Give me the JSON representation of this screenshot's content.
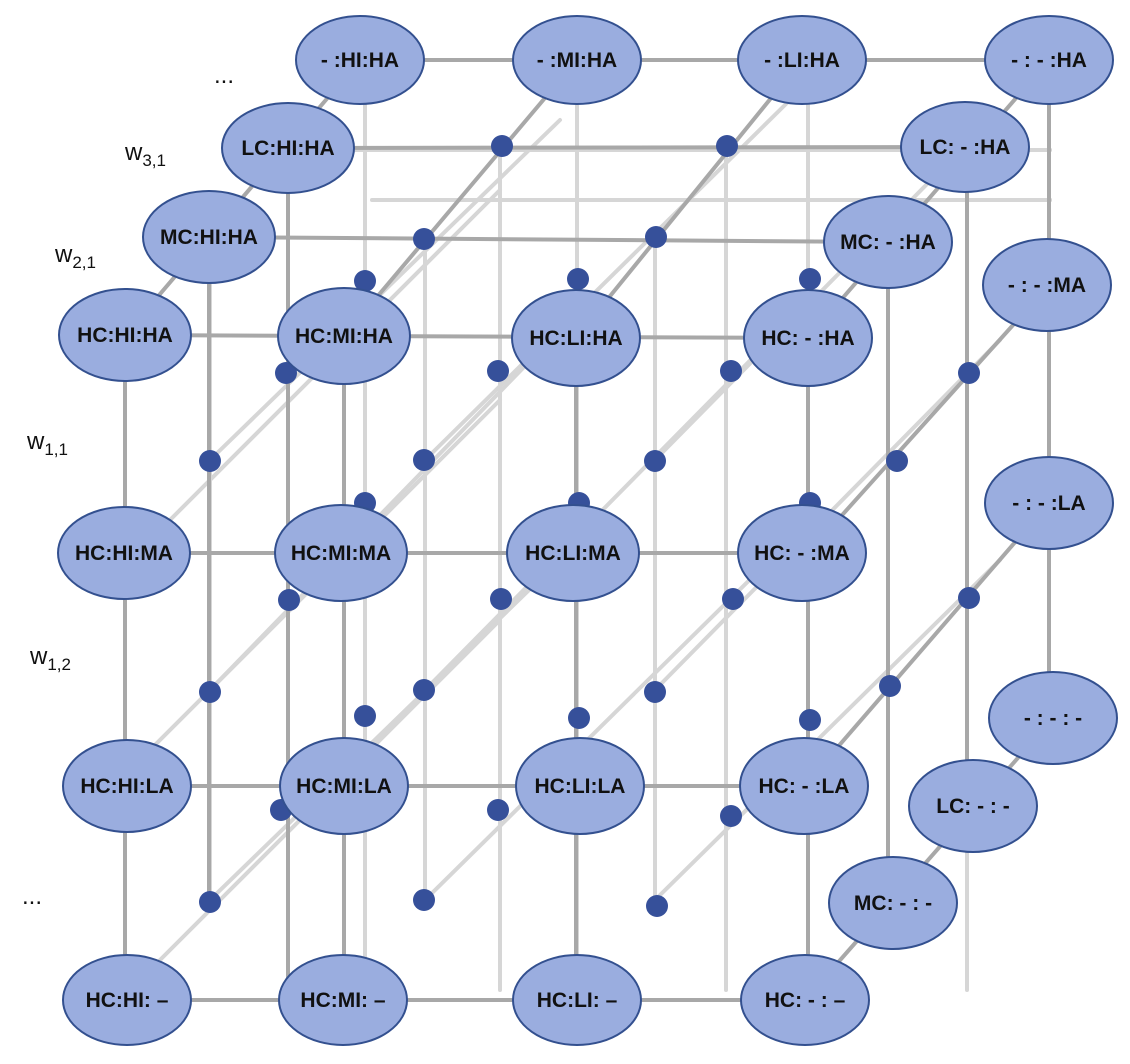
{
  "colors": {
    "node_fill": "#9aaddf",
    "node_stroke": "#33508f",
    "dot_fill": "#36509a",
    "line_dark": "#a8a8a8",
    "line_light": "#d6d6d6",
    "text": "#111111"
  },
  "side_labels": {
    "ellipsis_top": "...",
    "w31_base": "w",
    "w31_sub": "3,1",
    "w21_base": "w",
    "w21_sub": "2,1",
    "w11_base": "w",
    "w11_sub": "1,1",
    "w12_base": "w",
    "w12_sub": "1,2",
    "ellipsis_bottom": "..."
  },
  "nodes": {
    "hc_hi_ha": "HC:HI:HA",
    "hc_mi_ha": "HC:MI:HA",
    "hc_li_ha": "HC:LI:HA",
    "hc_x_ha": "HC: - :HA",
    "hc_hi_ma": "HC:HI:MA",
    "hc_mi_ma": "HC:MI:MA",
    "hc_li_ma": "HC:LI:MA",
    "hc_x_ma": "HC: - :MA",
    "hc_hi_la": "HC:HI:LA",
    "hc_mi_la": "HC:MI:LA",
    "hc_li_la": "HC:LI:LA",
    "hc_x_la": "HC: - :LA",
    "hc_hi_x": "HC:HI: –",
    "hc_mi_x": "HC:MI: –",
    "hc_li_x": "HC:LI: –",
    "hc_x_x": "HC: - : –",
    "mc_hi_ha": "MC:HI:HA",
    "lc_hi_ha": "LC:HI:HA",
    "x_hi_ha": "- :HI:HA",
    "x_mi_ha": "- :MI:HA",
    "x_li_ha": "- :LI:HA",
    "x_x_ha": "-  : - :HA",
    "lc_x_ha": "LC: - :HA",
    "mc_x_ha": "MC: - :HA",
    "x_x_ma": "-  : - :MA",
    "x_x_la": "- : - :LA",
    "x_x_x": "- : - : -",
    "lc_x_x": "LC: - : -",
    "mc_x_x": "MC: - : -"
  }
}
